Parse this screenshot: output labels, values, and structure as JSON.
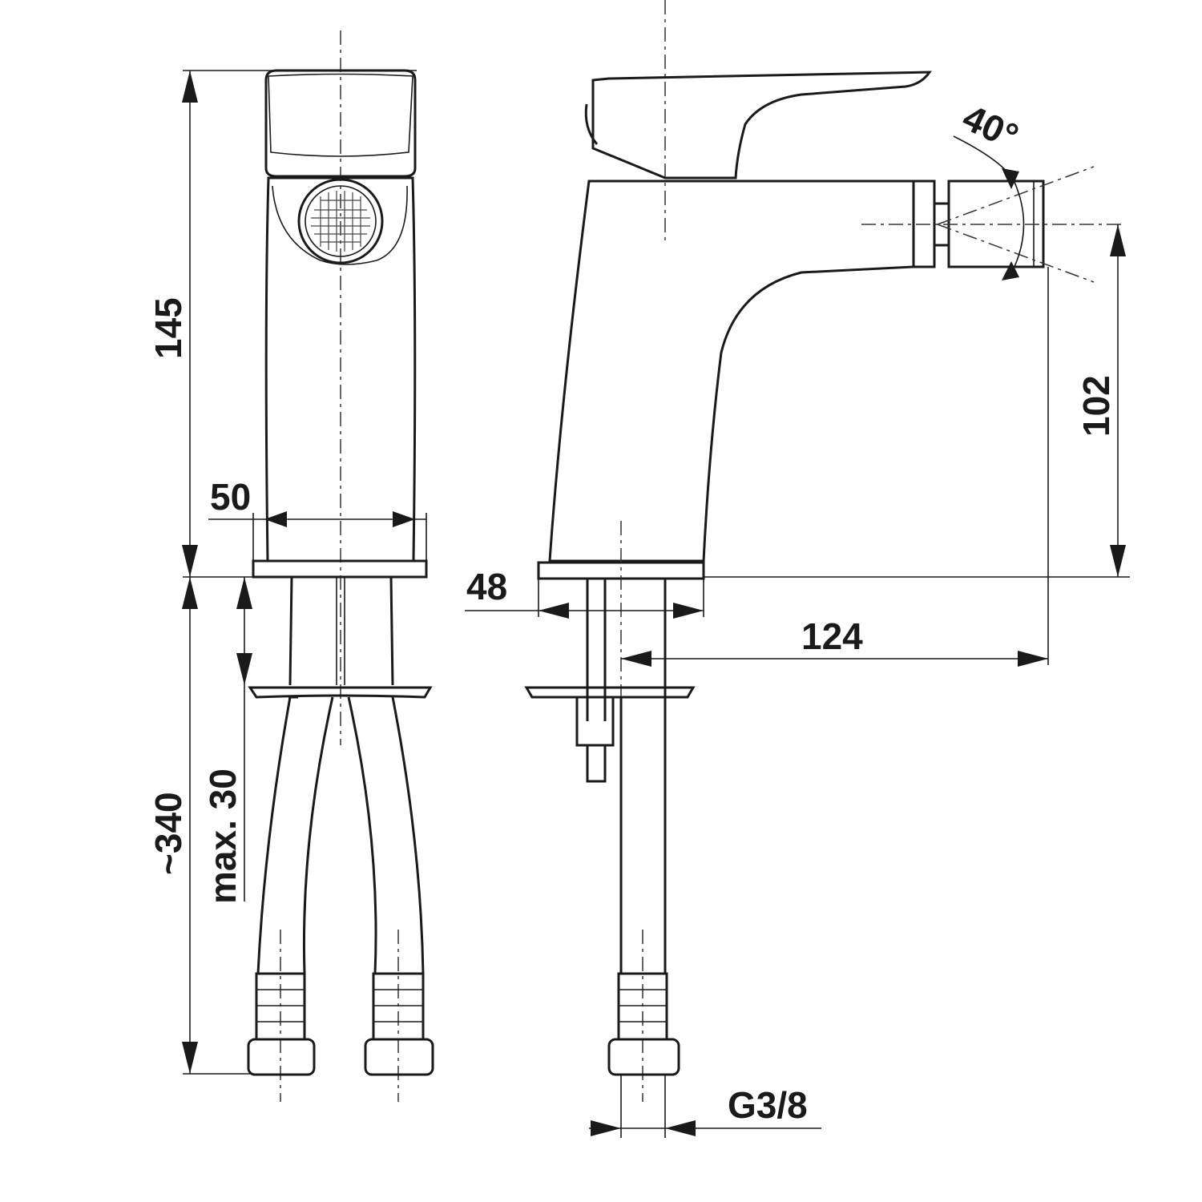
{
  "drawing": {
    "dimensions": {
      "height_total": "145",
      "body_width": "50",
      "hose_length": "~340",
      "max_thickness": "max. 30",
      "base_diameter": "48",
      "spout_reach": "124",
      "spout_height": "102",
      "spray_angle": "40°",
      "thread": "G3/8"
    }
  }
}
